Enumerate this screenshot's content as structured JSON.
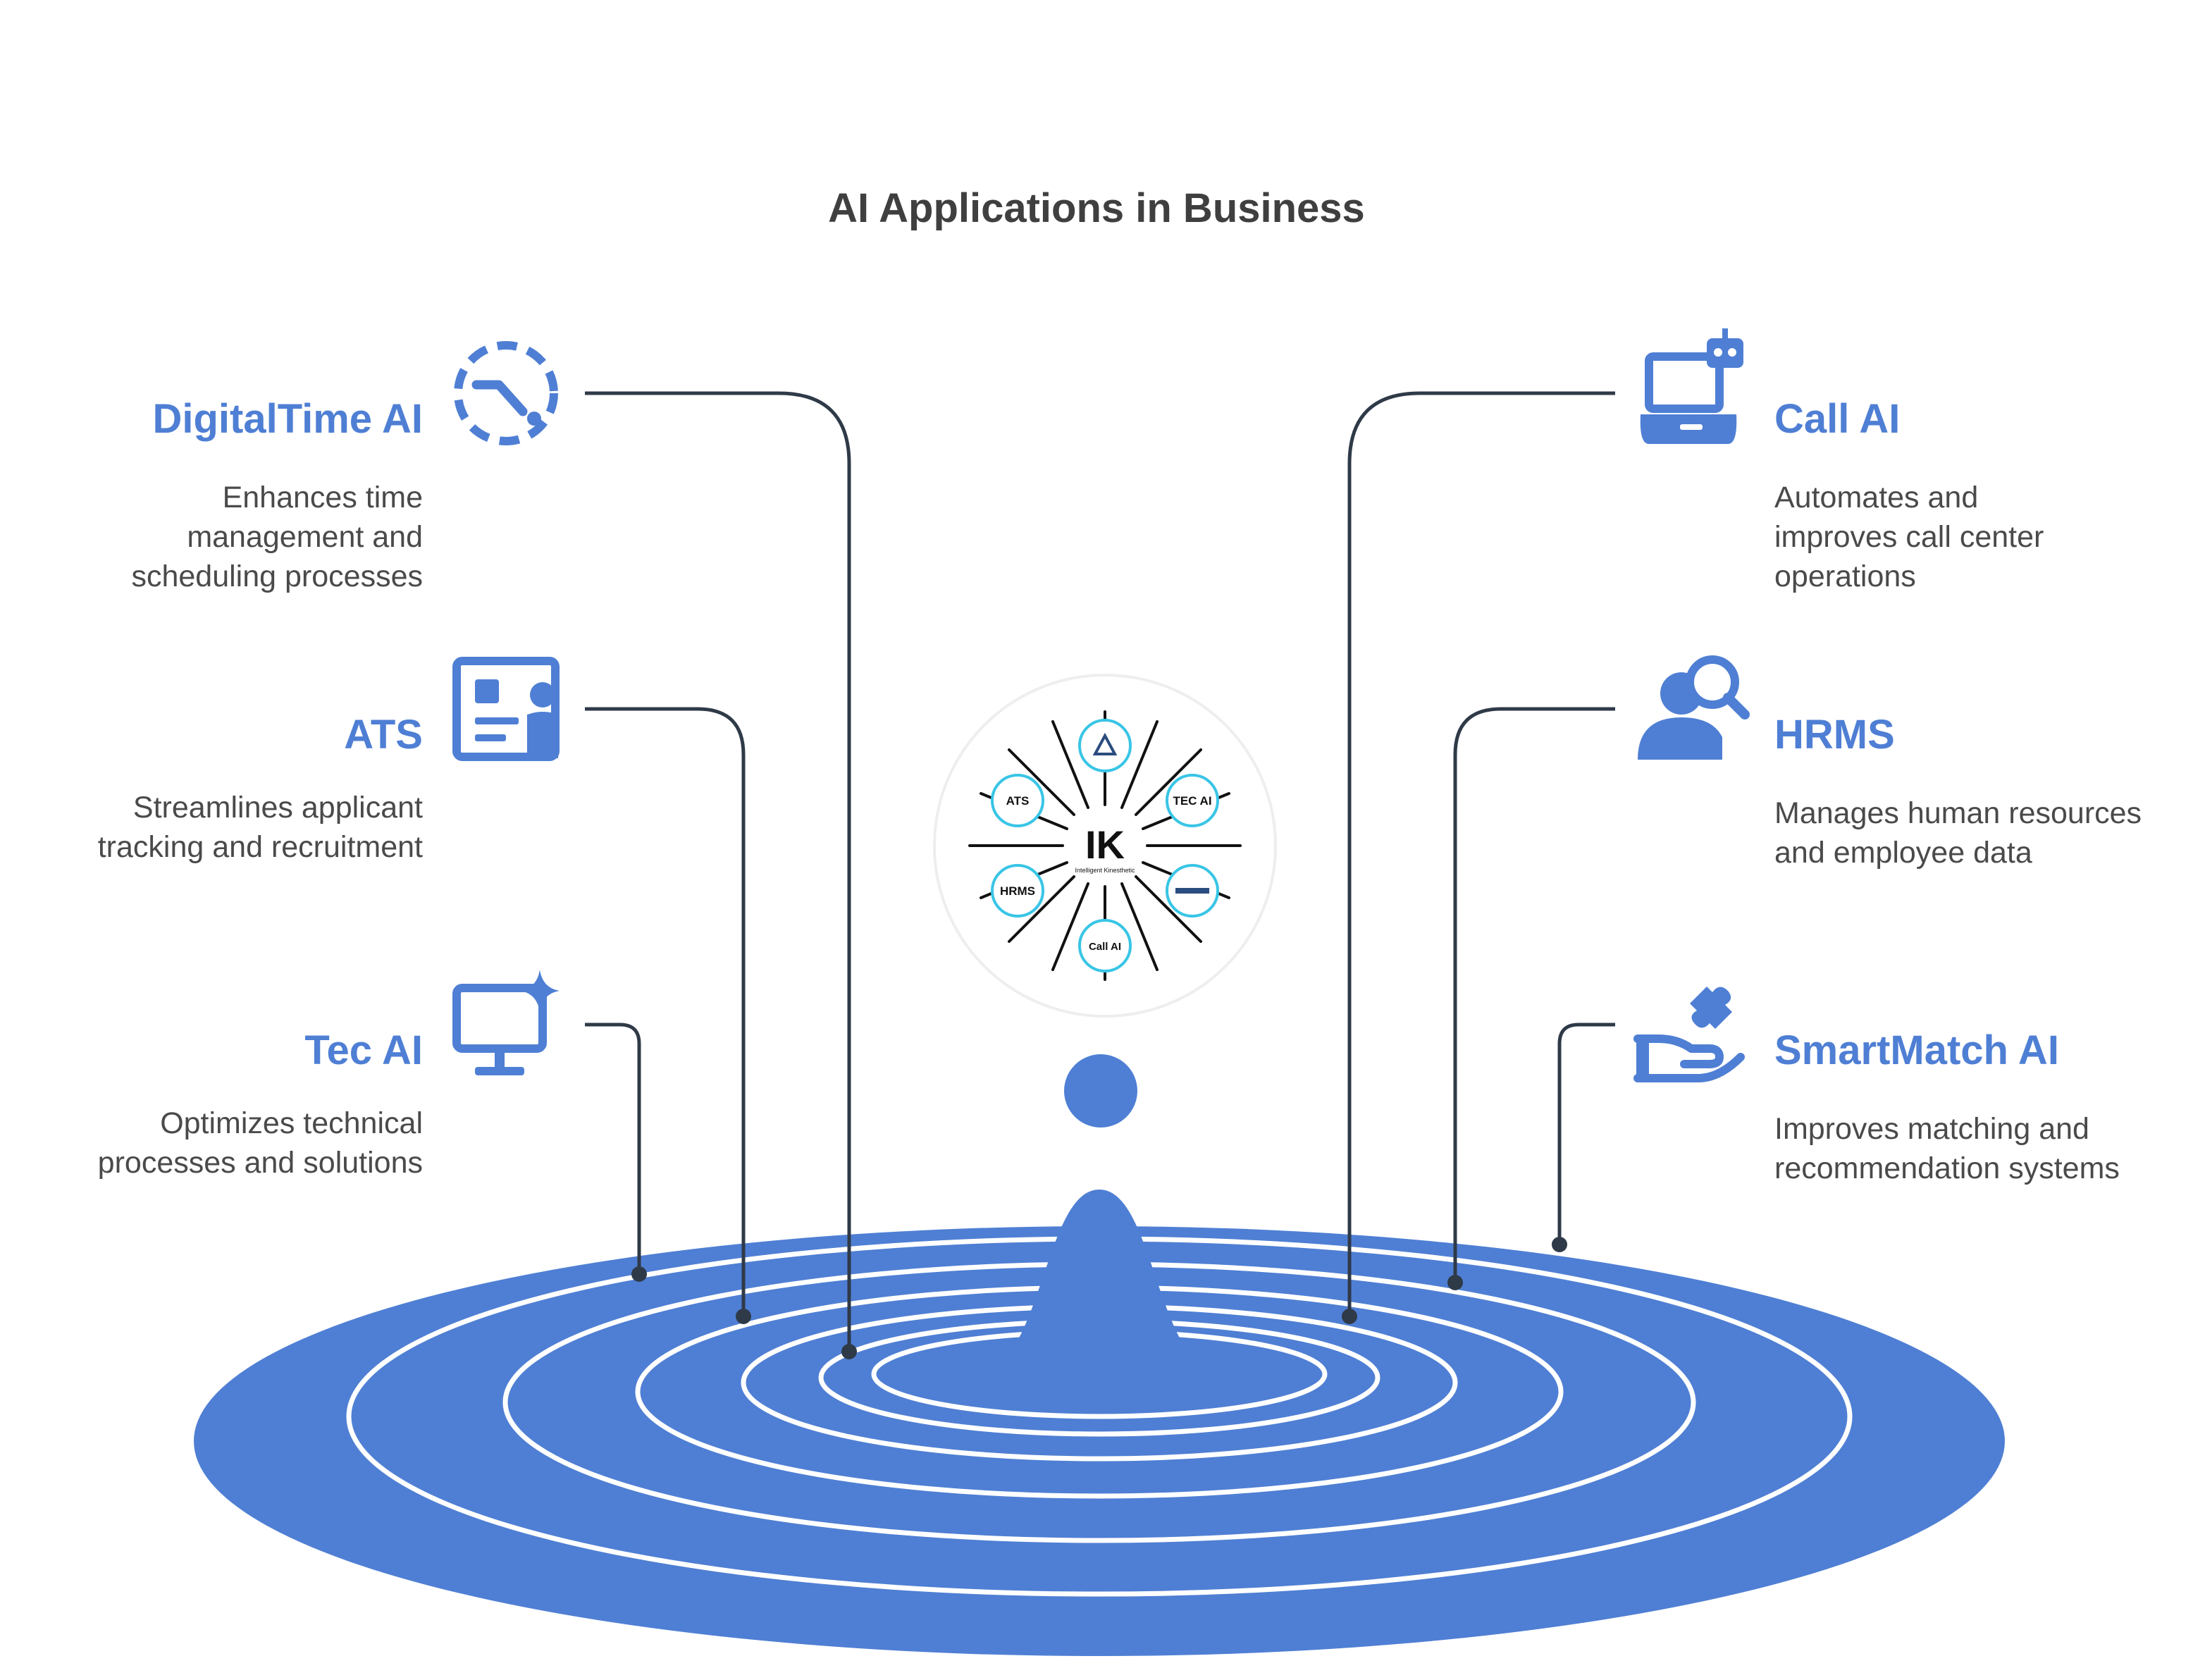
{
  "title": "AI Applications in Business",
  "colors": {
    "accent": "#4f7fd4",
    "line": "#2f3a48",
    "text": "#4a4a4a",
    "title": "#3f3f3f"
  },
  "items": [
    {
      "label": "DigitalTime AI",
      "description": "Enhances time management and scheduling processes",
      "icon": "clock-icon",
      "side": "left"
    },
    {
      "label": "ATS",
      "description": "Streamlines applicant tracking and recruitment",
      "icon": "id-card-icon",
      "side": "left"
    },
    {
      "label": "Tec AI",
      "description": "Optimizes technical processes and solutions",
      "icon": "monitor-sparkle-icon",
      "side": "left"
    },
    {
      "label": "Call AI",
      "description": "Automates and improves call center operations",
      "icon": "robot-laptop-icon",
      "side": "right"
    },
    {
      "label": "HRMS",
      "description": "Manages human resources and employee data",
      "icon": "user-search-icon",
      "side": "right"
    },
    {
      "label": "SmartMatch AI",
      "description": "Improves matching and recommendation systems",
      "icon": "hand-puzzle-icon",
      "side": "right"
    }
  ],
  "logo": {
    "center_text": "IK",
    "tagline": "Intelligent Kinesthetic",
    "nodes": [
      "ATS",
      "TEC AI",
      "HRMS",
      "Call AI"
    ]
  }
}
